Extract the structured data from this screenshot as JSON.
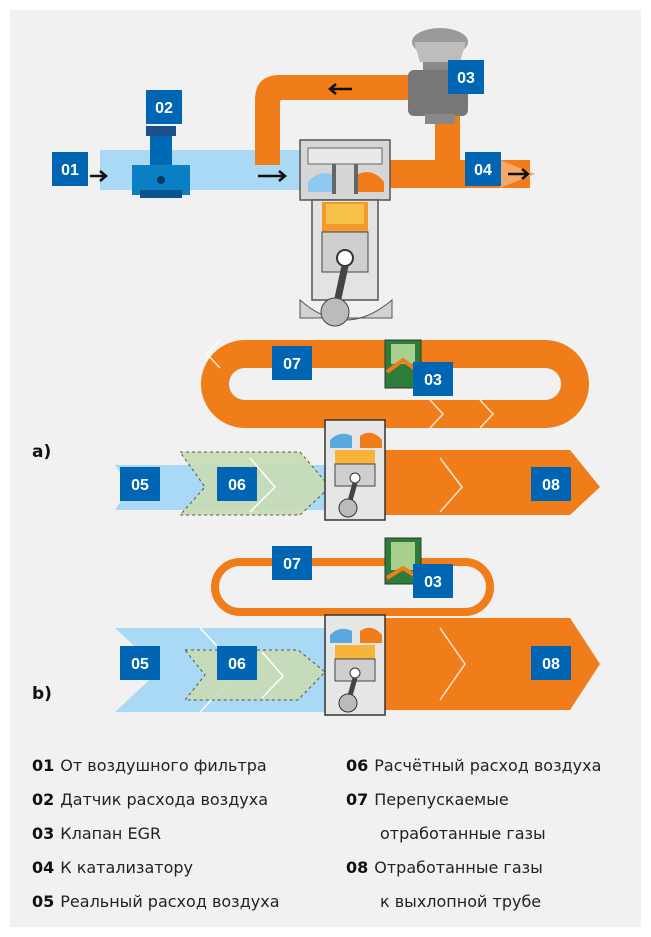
{
  "badges": {
    "b01": "01",
    "b02": "02",
    "b03": "03",
    "b04": "04",
    "a07": "07",
    "a03": "03",
    "a05": "05",
    "a06": "06",
    "a08": "08",
    "c07": "07",
    "c03": "03",
    "c05": "05",
    "c06": "06",
    "c08": "08"
  },
  "case_labels": {
    "a": "a)",
    "b": "b)"
  },
  "legend": {
    "left": [
      {
        "num": "01",
        "text": "От воздушного фильтра"
      },
      {
        "num": "02",
        "text": "Датчик расхода воздуха"
      },
      {
        "num": "03",
        "text": "Клапан EGR"
      },
      {
        "num": "04",
        "text": "К катализатору"
      },
      {
        "num": "05",
        "text": "Реальный расход воздуха"
      }
    ],
    "right": [
      {
        "num": "06",
        "text": "Расчётный расход воздуха"
      },
      {
        "num": "07",
        "text": "Перепускаемые",
        "cont": "отработанные газы"
      },
      {
        "num": "08",
        "text": "Отработанные газы",
        "cont": "к выхлопной трубе"
      }
    ]
  },
  "colors": {
    "orange": "#f07d1a",
    "blue": "#0066b3",
    "light_blue": "#a9d9f5",
    "green": "#c9dcb4",
    "panel": "#f1f1f1"
  }
}
